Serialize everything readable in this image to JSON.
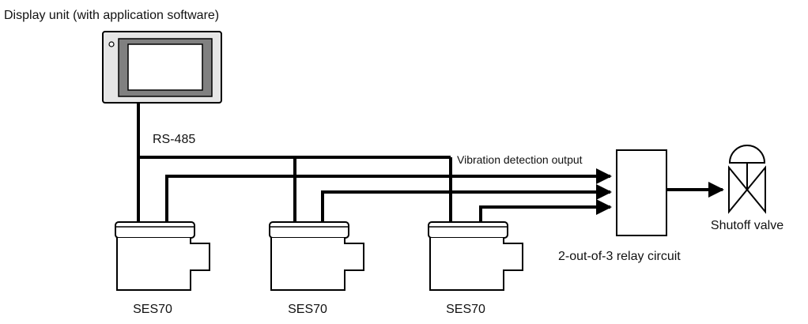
{
  "title": "Display unit (with application software)",
  "bus_label": "RS-485",
  "output_label": "Vibration detection output",
  "sensors": [
    {
      "label": "SES70"
    },
    {
      "label": "SES70"
    },
    {
      "label": "SES70"
    }
  ],
  "relay_label": "2-out-of-3 relay circuit",
  "valve_label": "Shutoff valve",
  "colors": {
    "line": "#000000",
    "screen_bezel": "#808080",
    "display_body": "#e6e6e6"
  }
}
